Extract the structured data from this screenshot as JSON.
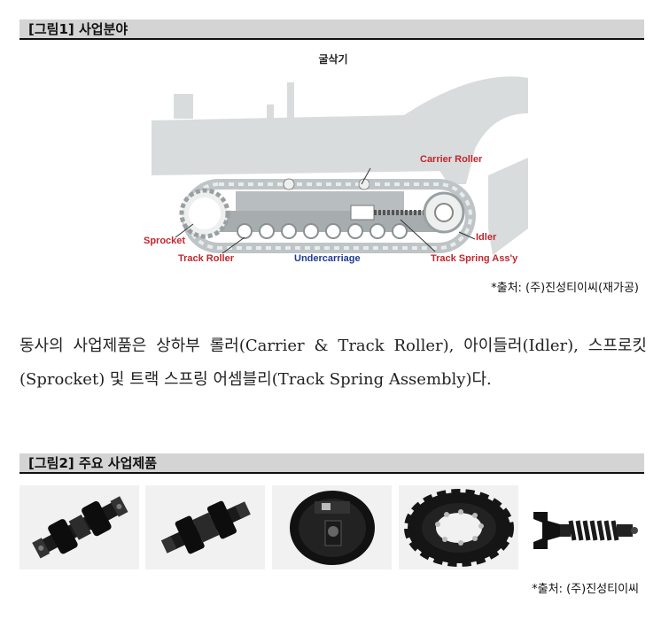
{
  "figure1": {
    "header": "[그림1] 사업분야",
    "diagram_title": "굴삭기",
    "labels": {
      "carrier_roller": "Carrier Roller",
      "sprocket": "Sprocket",
      "idler": "Idler",
      "track_roller": "Track Roller",
      "undercarriage": "Undercarriage",
      "track_spring": "Track Spring Ass'y"
    },
    "source": "*출처: (주)진성티이씨(재가공)"
  },
  "body_text": "동사의 사업제품은 상하부 롤러(Carrier & Track Roller), 아이들러(Idler), 스프로킷(Sprocket) 및 트랙 스프링 어셈블리(Track Spring Assembly)다.",
  "figure2": {
    "header": "[그림2] 주요 사업제품",
    "source": "*출처: (주)진성티이씨"
  },
  "colors": {
    "header_bg": "#d4d4d4",
    "label_red": "#c0272d",
    "label_blue": "#1f3a93"
  }
}
